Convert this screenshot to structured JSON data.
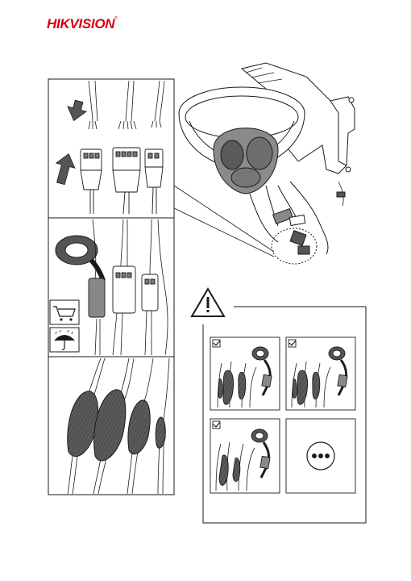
{
  "brand": {
    "name_part1": "HIK",
    "name_part2": "VISION",
    "trademark": "®",
    "color": "#d7000f"
  },
  "illustration": {
    "steps": [
      "cable-connect",
      "waterproof-tape",
      "wrapped-connectors"
    ],
    "icons": [
      "shopping-cart-icon",
      "umbrella-rain-icon",
      "warning-icon",
      "check-mark-icon",
      "more-options-icon"
    ],
    "line_color": "#1a1a1a",
    "fill_gray": "#555555",
    "light_gray": "#cfcfcf"
  }
}
